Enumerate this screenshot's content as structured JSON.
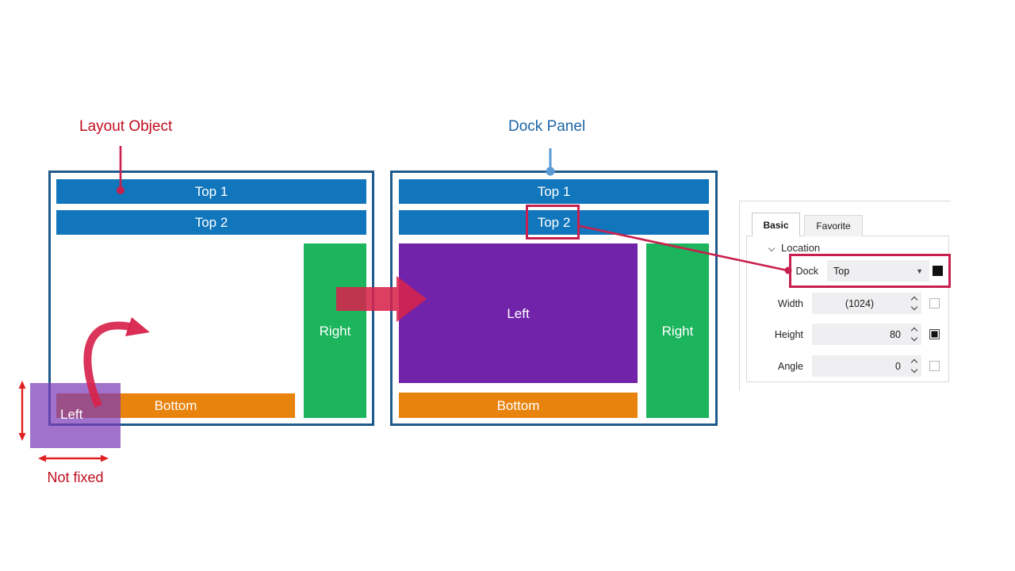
{
  "titles": {
    "layout_object": "Layout Object",
    "dock_panel": "Dock Panel"
  },
  "layout_panel": {
    "top1": "Top 1",
    "top2": "Top 2",
    "right": "Right",
    "bottom": "Bottom",
    "floating_left": "Left",
    "not_fixed_label": "Not fixed"
  },
  "dock_panel_diagram": {
    "top1": "Top 1",
    "top2": "Top 2",
    "left": "Left",
    "right": "Right",
    "bottom": "Bottom"
  },
  "properties": {
    "tabs": [
      {
        "label": "Basic",
        "active": true
      },
      {
        "label": "Favorite",
        "active": false
      }
    ],
    "section": "Location",
    "dock": {
      "label": "Dock",
      "value": "Top",
      "marker": "solid-black-square"
    },
    "width": {
      "label": "Width",
      "value": "(1024)",
      "marker": "empty-checkbox"
    },
    "height": {
      "label": "Height",
      "value": "80",
      "marker": "filled-checkbox"
    },
    "angle": {
      "label": "Angle",
      "value": "0",
      "marker": "empty-checkbox"
    }
  },
  "colors": {
    "annotation_red": "#c00d1e",
    "annotation_blue": "#1b65a8",
    "highlight_crimson": "#c8204e",
    "arrow_crimson": "#d8234c",
    "measure_arrow_red": "#e02020",
    "connector_blue": "#5b9bd5",
    "bar_blue": "#1176bc",
    "bar_green": "#1cb45c",
    "bar_orange": "#e8830d",
    "bar_purple": "#7123a9",
    "overlay_purple": "rgba(125,60,185,0.72)",
    "panel_border_blue": "#1e5a8c"
  }
}
